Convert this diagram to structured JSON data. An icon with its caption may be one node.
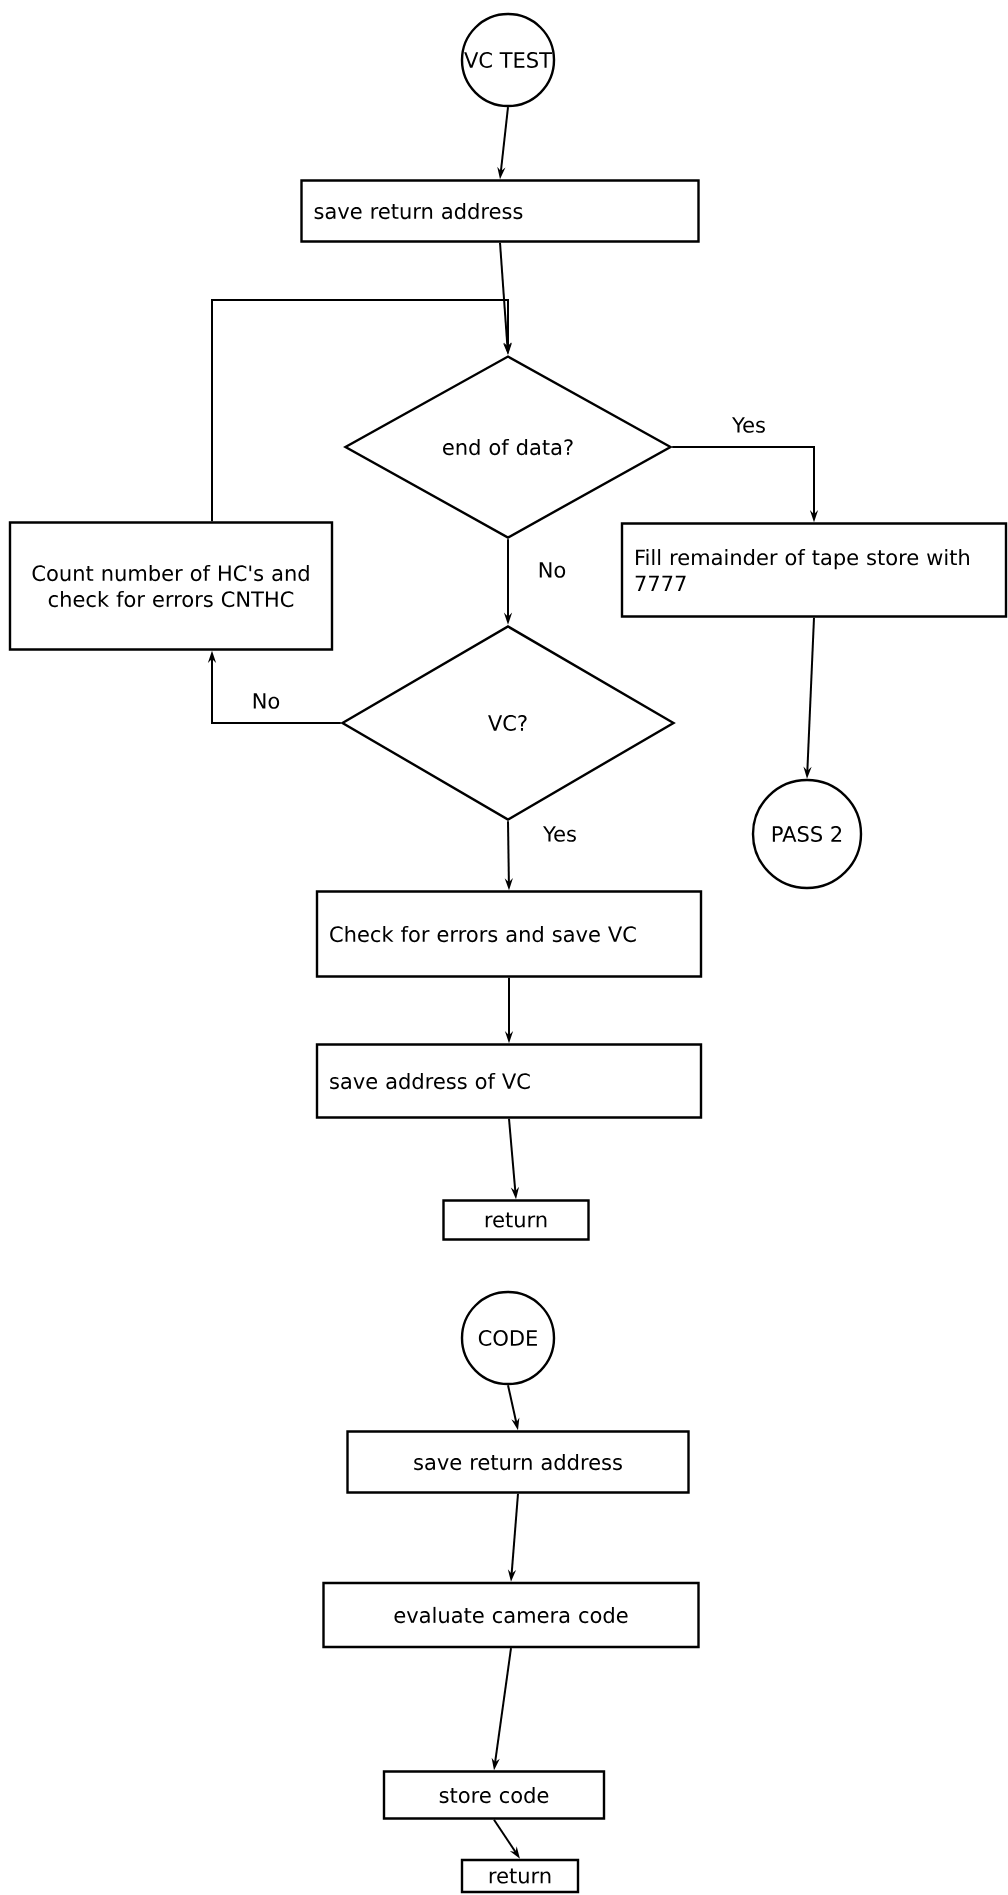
{
  "diagram": {
    "nodes": [
      {
        "text": [
          "VC TEST"
        ]
      },
      {
        "text": [
          "save return address"
        ]
      },
      {
        "text": [
          "end of data?"
        ]
      },
      {
        "text": [
          "Fill remainder of tape store with 7777"
        ]
      },
      {
        "text": [
          "Count number of HC's and check for errors CNTHC"
        ]
      },
      {
        "text": [
          "VC?"
        ]
      },
      {
        "text": [
          "PASS 2"
        ]
      },
      {
        "text": [
          "Check for errors and save VC"
        ]
      },
      {
        "text": [
          "save address of VC"
        ]
      },
      {
        "text": [
          "return"
        ]
      },
      {
        "text": [
          "CODE"
        ]
      },
      {
        "text": [
          "save return address"
        ]
      },
      {
        "text": [
          "evaluate camera code"
        ]
      },
      {
        "text": [
          "store code"
        ]
      },
      {
        "text": [
          "return"
        ]
      }
    ],
    "edges": [
      {
        "from": 0,
        "to": 1,
        "arrow": "to"
      },
      {
        "from": 1,
        "to": 2,
        "arrow": "to"
      },
      {
        "from": 2,
        "to": 3,
        "arrow": "to",
        "label": "Yes"
      },
      {
        "from": 2,
        "to": 5,
        "arrow": "to",
        "label": "No"
      },
      {
        "from": 5,
        "to": 4,
        "arrow": "to",
        "label": "No"
      },
      {
        "from": 4,
        "to": 2,
        "arrow": "to"
      },
      {
        "from": 3,
        "to": 6,
        "arrow": "to"
      },
      {
        "from": 5,
        "to": 7,
        "arrow": "to",
        "label": "Yes"
      },
      {
        "from": 7,
        "to": 8,
        "arrow": "to"
      },
      {
        "from": 8,
        "to": 9,
        "arrow": "to"
      },
      {
        "from": 10,
        "to": 11,
        "arrow": "to"
      },
      {
        "from": 11,
        "to": 12,
        "arrow": "to"
      },
      {
        "from": 12,
        "to": 13,
        "arrow": "to"
      },
      {
        "from": 13,
        "to": 14,
        "arrow": "to"
      }
    ]
  }
}
